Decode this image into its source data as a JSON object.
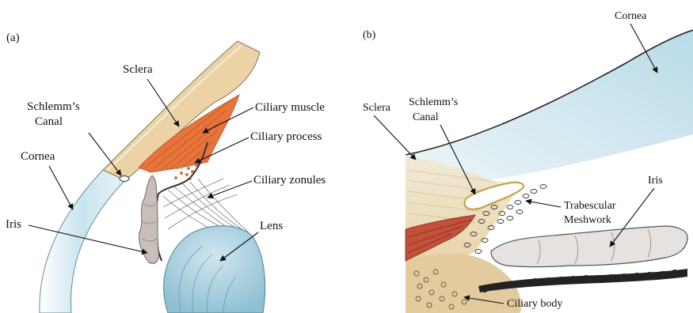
{
  "panel_a": {
    "tag": "(a)",
    "labels": {
      "sclera": "Sclera",
      "schlemm_line1": "Schlemm’s",
      "schlemm_line2": "Canal",
      "cornea": "Cornea",
      "iris": "Iris",
      "ciliary_muscle": "Ciliary muscle",
      "ciliary_process": "Ciliary process",
      "ciliary_zonules": "Ciliary zonules",
      "lens": "Lens"
    }
  },
  "panel_b": {
    "tag": "(b)",
    "labels": {
      "cornea": "Cornea",
      "sclera": "Sclera",
      "schlemm_line1": "Schlemm’s",
      "schlemm_line2": "Canal",
      "iris": "Iris",
      "trabecular_line1": "Trabescular",
      "trabecular_line2": "Meshwork",
      "ciliary_body": "Ciliary body"
    }
  },
  "colors": {
    "sclera": "#ecd3a6",
    "cornea": "#c9e4ee",
    "muscle": "#e8743b",
    "iris": "#c9bfba",
    "lens": "#a9cfe0",
    "ciliary_body": "#e3cba0",
    "ink": "#111111"
  }
}
